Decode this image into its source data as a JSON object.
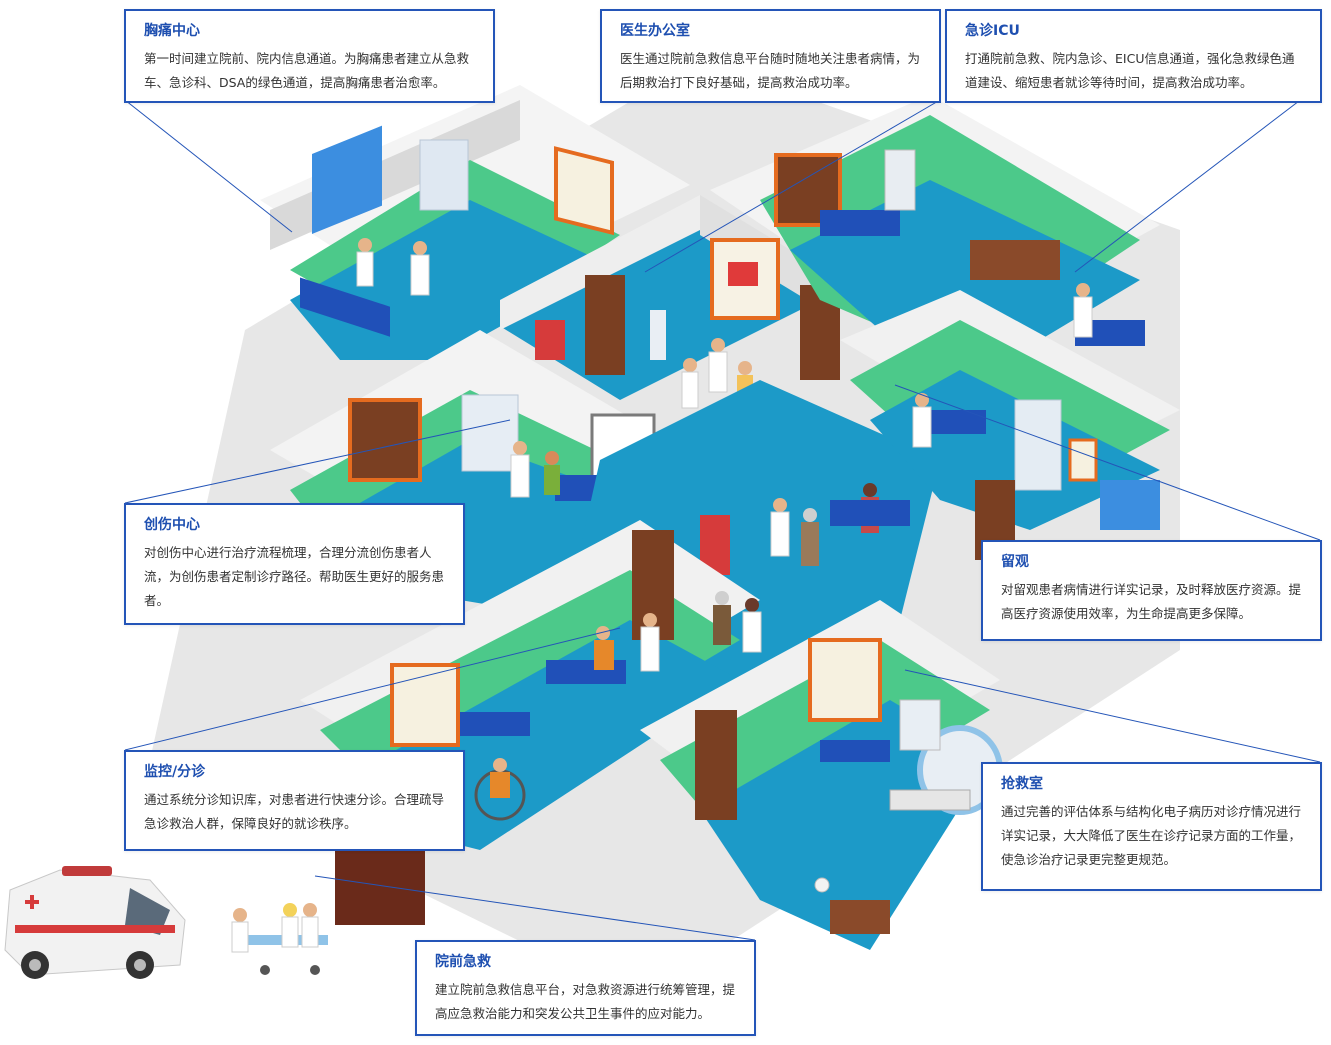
{
  "callouts": [
    {
      "id": "chest-pain-center",
      "title": "胸痛中心",
      "desc": "第一时间建立院前、院内信息通道。为胸痛患者建立从急救车、急诊科、DSA的绿色通道，提高胸痛患者治愈率。"
    },
    {
      "id": "doctor-office",
      "title": "医生办公室",
      "desc": "医生通过院前急救信息平台随时随地关注患者病情，为后期救治打下良好基础，提高救治成功率。"
    },
    {
      "id": "emergency-icu",
      "title": "急诊ICU",
      "desc": "打通院前急救、院内急诊、EICU信息通道，强化急救绿色通道建设、缩短患者就诊等待时间，提高救治成功率。"
    },
    {
      "id": "trauma-center",
      "title": "创伤中心",
      "desc": "对创伤中心进行治疗流程梳理，合理分流创伤患者人流，为创伤患者定制诊疗路径。帮助医生更好的服务患者。"
    },
    {
      "id": "observation",
      "title": "留观",
      "desc": "对留观患者病情进行详实记录，及时释放医疗资源。提高医疗资源使用效率，为生命提高更多保障。"
    },
    {
      "id": "monitoring-triage",
      "title": "监控/分诊",
      "desc": "通过系统分诊知识库，对患者进行快速分诊。合理疏导急诊救治人群，保障良好的就诊秩序。"
    },
    {
      "id": "resuscitation-room",
      "title": "抢救室",
      "desc": "通过完善的评估体系与结构化电子病历对诊疗情况进行详实记录，大大降低了医生在诊疗记录方面的工作量，使急诊治疗记录更完整更规范。"
    },
    {
      "id": "pre-hospital",
      "title": "院前急救",
      "desc": "建立院前急救信息平台，对急救资源进行统筹管理，提高应急救治能力和突发公共卫生事件的应对能力。"
    }
  ],
  "colors": {
    "accent": "#2455b8",
    "floor": "#1c9ac8",
    "wall": "#ececec",
    "wall_green": "#4cc98a",
    "door": "#7a3f22"
  },
  "icons": [
    "ambulance-icon",
    "stretcher-team-icon"
  ]
}
